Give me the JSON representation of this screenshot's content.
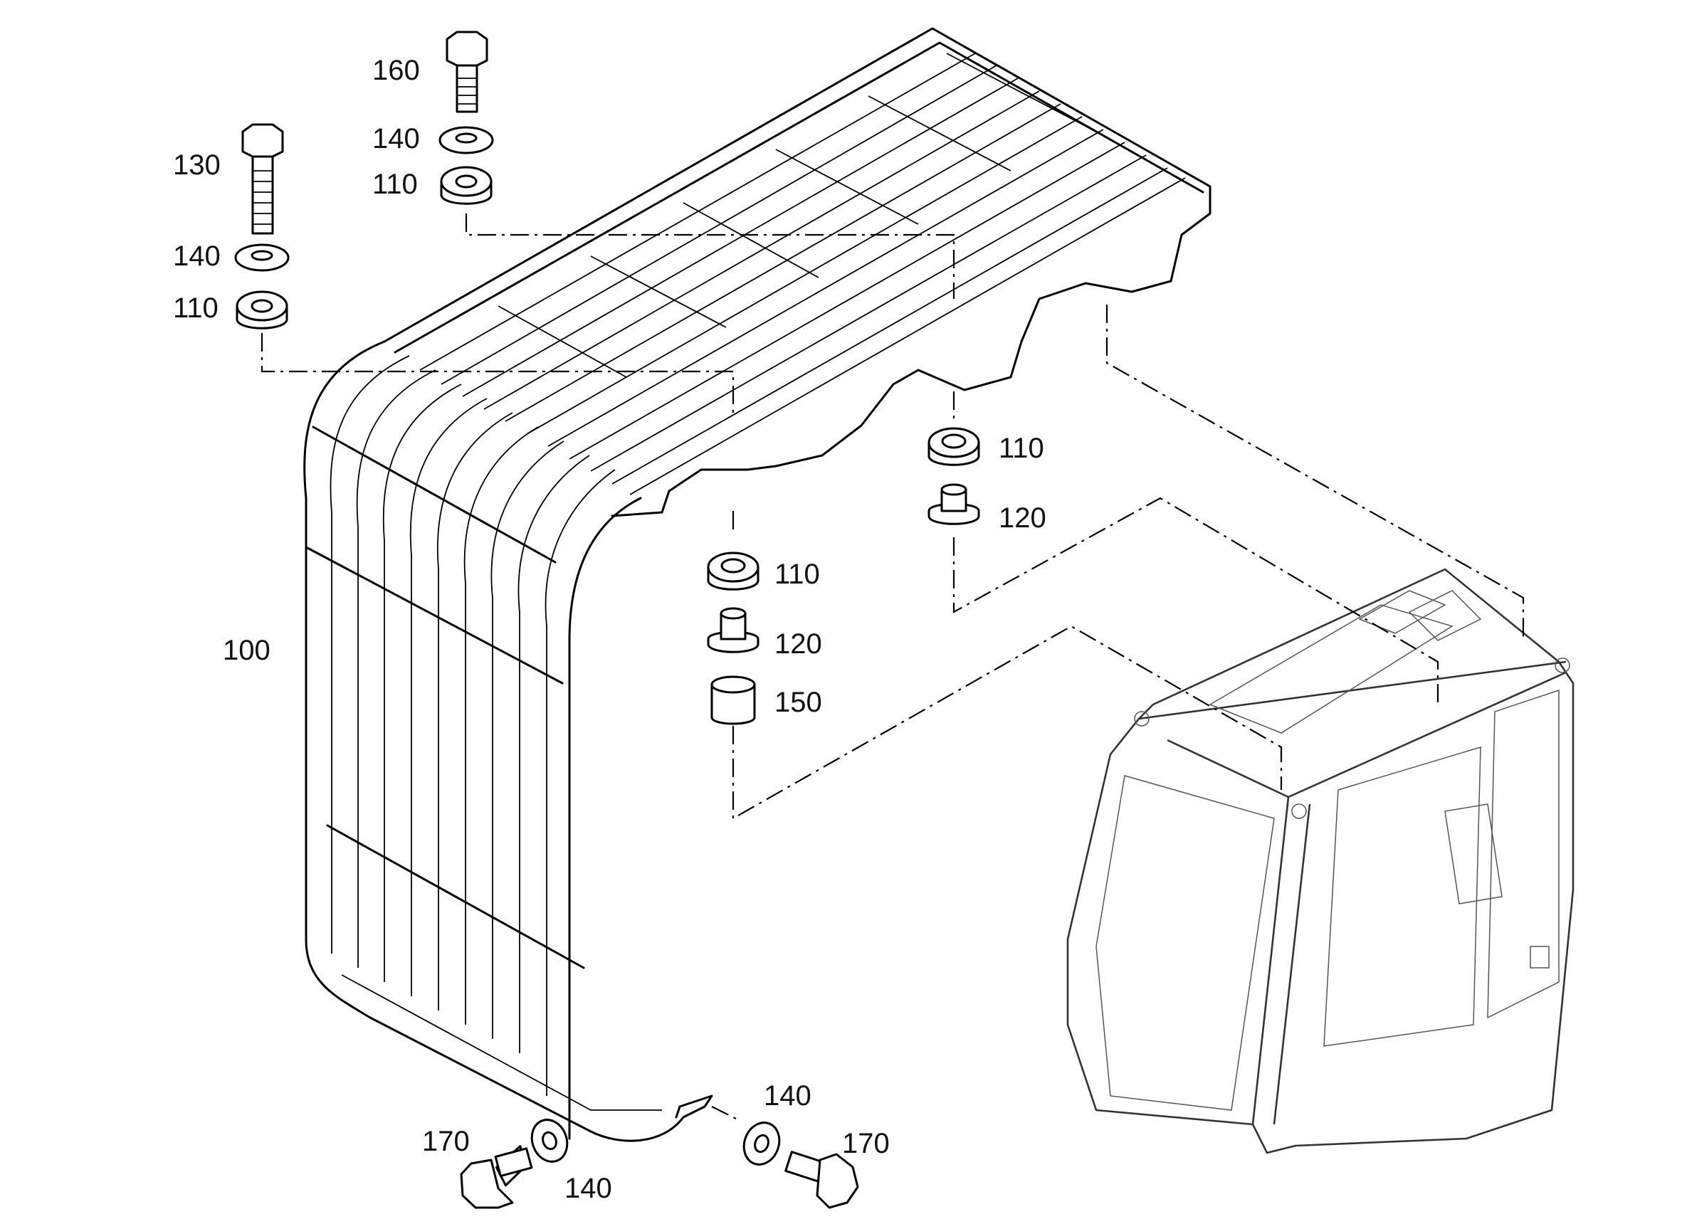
{
  "diagram": {
    "callouts": [
      {
        "id": "c160",
        "text": "160"
      },
      {
        "id": "c140a",
        "text": "140"
      },
      {
        "id": "c110a",
        "text": "110"
      },
      {
        "id": "c130",
        "text": "130"
      },
      {
        "id": "c140b",
        "text": "140"
      },
      {
        "id": "c110b",
        "text": "110"
      },
      {
        "id": "c110c",
        "text": "110"
      },
      {
        "id": "c120a",
        "text": "120"
      },
      {
        "id": "c110d",
        "text": "110"
      },
      {
        "id": "c120b",
        "text": "120"
      },
      {
        "id": "c150",
        "text": "150"
      },
      {
        "id": "c100",
        "text": "100"
      },
      {
        "id": "c140c",
        "text": "140"
      },
      {
        "id": "c170a",
        "text": "170"
      },
      {
        "id": "c140d",
        "text": "140"
      },
      {
        "id": "c170b",
        "text": "170"
      }
    ]
  }
}
